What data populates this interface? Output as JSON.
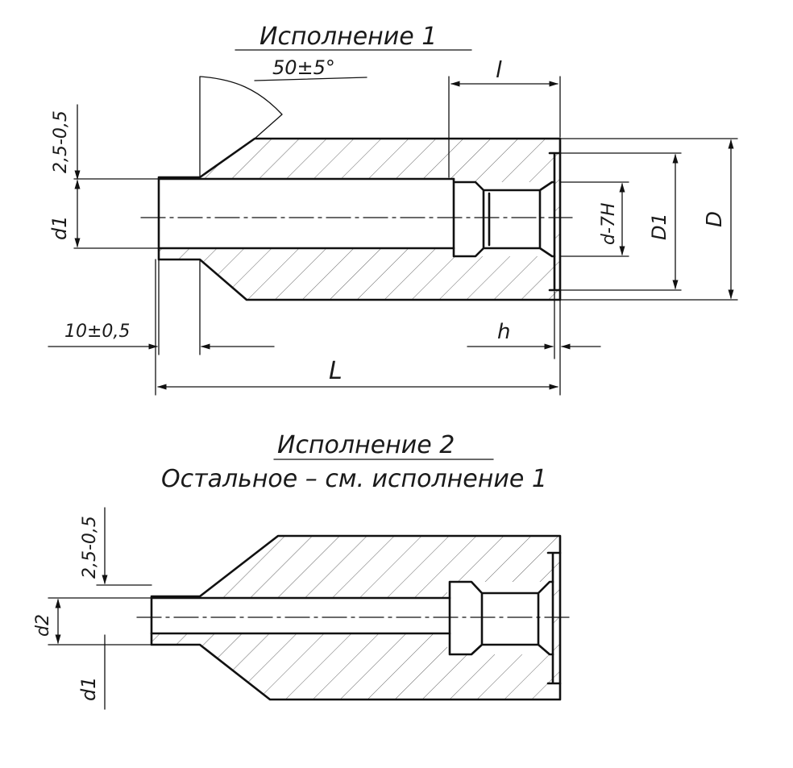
{
  "variant1": {
    "title": "Исполнение 1",
    "angle_label": "50±5°",
    "dims": {
      "l": "l",
      "chamfer": "2,5-0,5",
      "d1": "d1",
      "d_7H": "d-7H",
      "D1": "D1",
      "D": "D",
      "offset": "10±0,5",
      "h": "h",
      "L": "L"
    }
  },
  "variant2": {
    "title": "Исполнение 2",
    "subtitle": "Остальное – см. исполнение 1",
    "dims": {
      "chamfer": "2,5-0,5",
      "d2": "d2",
      "d1": "d1"
    }
  }
}
